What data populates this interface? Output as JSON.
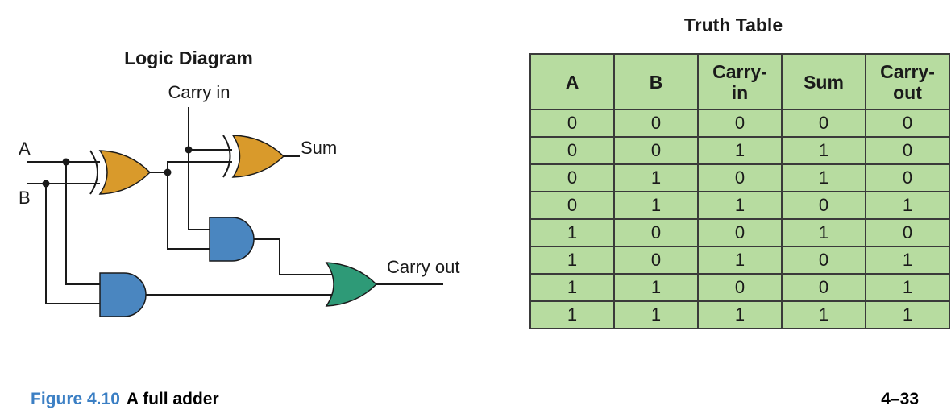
{
  "figure": {
    "number": "Figure 4.10",
    "title": "A full adder",
    "page": "4–33"
  },
  "logic_diagram": {
    "title": "Logic Diagram",
    "labels": {
      "carry_in": "Carry in",
      "a": "A",
      "b": "B",
      "sum": "Sum",
      "carry_out": "Carry out"
    },
    "gates": [
      {
        "id": "xor1",
        "type": "XOR",
        "color": "#d99a2b",
        "inputs": [
          "A",
          "B"
        ]
      },
      {
        "id": "xor2",
        "type": "XOR",
        "color": "#d99a2b",
        "inputs": [
          "xor1",
          "Carry in"
        ],
        "output": "Sum"
      },
      {
        "id": "and1",
        "type": "AND",
        "color": "#4a86c0",
        "inputs": [
          "xor1",
          "Carry in"
        ]
      },
      {
        "id": "and2",
        "type": "AND",
        "color": "#4a86c0",
        "inputs": [
          "A",
          "B"
        ]
      },
      {
        "id": "or1",
        "type": "OR",
        "color": "#2e9a77",
        "inputs": [
          "and1",
          "and2"
        ],
        "output": "Carry out"
      }
    ]
  },
  "truth_table": {
    "title": "Truth Table",
    "columns": [
      [
        "A"
      ],
      [
        "B"
      ],
      [
        "Carry-",
        "in"
      ],
      [
        "Sum"
      ],
      [
        "Carry-",
        "out"
      ]
    ],
    "rows": [
      [
        "0",
        "0",
        "0",
        "0",
        "0"
      ],
      [
        "0",
        "0",
        "1",
        "1",
        "0"
      ],
      [
        "0",
        "1",
        "0",
        "1",
        "0"
      ],
      [
        "0",
        "1",
        "1",
        "0",
        "1"
      ],
      [
        "1",
        "0",
        "0",
        "1",
        "0"
      ],
      [
        "1",
        "0",
        "1",
        "0",
        "1"
      ],
      [
        "1",
        "1",
        "0",
        "0",
        "1"
      ],
      [
        "1",
        "1",
        "1",
        "1",
        "1"
      ]
    ]
  },
  "colors": {
    "xor_gate": "#d99a2b",
    "and_gate": "#4a86c0",
    "or_gate": "#2e9a77",
    "table_fill": "#b7dca0",
    "figure_number": "#3b7fc4"
  }
}
